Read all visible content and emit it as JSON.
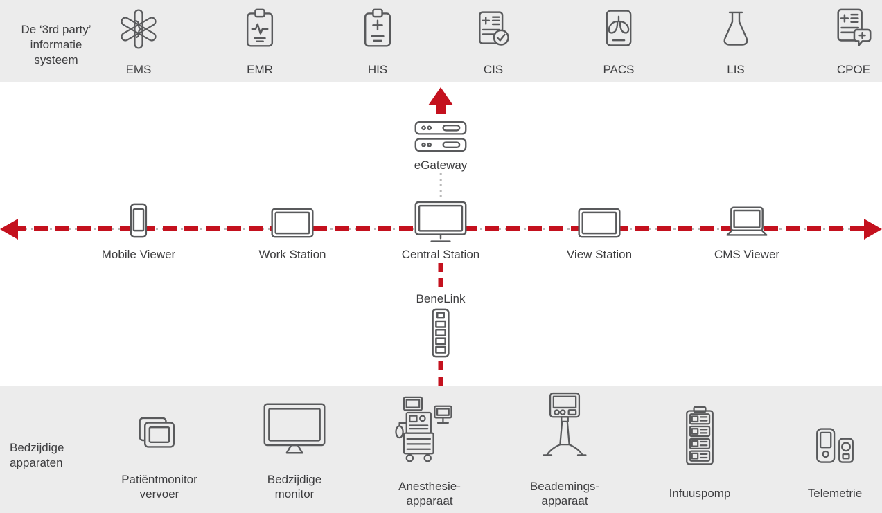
{
  "diagram": {
    "top_band": {
      "label": "De ‘3rd party’\ninformatie\nsysteem",
      "items": [
        {
          "label": "EMS",
          "icon": "ems-star-of-life-icon"
        },
        {
          "label": "EMR",
          "icon": "emr-clipboard-pulse-icon"
        },
        {
          "label": "HIS",
          "icon": "his-clipboard-plus-icon"
        },
        {
          "label": "CIS",
          "icon": "cis-document-check-icon"
        },
        {
          "label": "PACS",
          "icon": "pacs-tablet-lungs-icon"
        },
        {
          "label": "LIS",
          "icon": "lis-flask-icon"
        },
        {
          "label": "CPOE",
          "icon": "cpoe-document-chat-icon"
        }
      ]
    },
    "middle": {
      "gateway": "eGateway",
      "benelink": "BeneLink",
      "stations": [
        {
          "label": "Mobile Viewer",
          "icon": "smartphone-icon"
        },
        {
          "label": "Work Station",
          "icon": "workstation-display-icon"
        },
        {
          "label": "Central Station",
          "icon": "central-station-monitor-icon"
        },
        {
          "label": "View Station",
          "icon": "view-station-display-icon"
        },
        {
          "label": "CMS Viewer",
          "icon": "laptop-icon"
        }
      ]
    },
    "bottom_band": {
      "label": "Bedzijdige\napparaten",
      "items": [
        {
          "label": "Patiëntmonitor\nvervoer",
          "icon": "transport-patient-monitor-icon"
        },
        {
          "label": "Bedzijdige\nmonitor",
          "icon": "bedside-monitor-icon"
        },
        {
          "label": "Anesthesie-\napparaat",
          "icon": "anesthesia-machine-icon"
        },
        {
          "label": "Beademings-\napparaat",
          "icon": "ventilator-icon"
        },
        {
          "label": "Infuuspomp",
          "icon": "infusion-pump-icon"
        },
        {
          "label": "Telemetrie",
          "icon": "telemetry-devices-icon"
        }
      ]
    },
    "colors": {
      "accent_red": "#c4111e",
      "band_background": "#ececec",
      "icon_stroke": "#595a5c",
      "text": "#3d3d3f"
    }
  }
}
